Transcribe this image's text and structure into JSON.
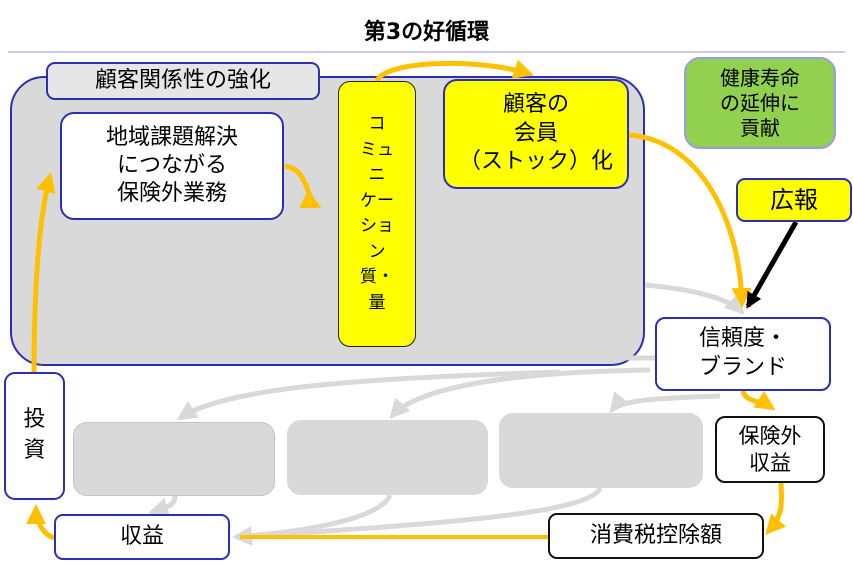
{
  "title": "第3の好循環",
  "panel": {
    "label": "顧客関係性の強化"
  },
  "nodes": {
    "chiiki": "地域課題解決\nにつながる\n保険外業務",
    "communication": [
      "コ",
      "ミュ",
      "ニ",
      "ケー",
      "ショ",
      "ン",
      "質・",
      "量"
    ],
    "kaiin": "顧客の\n会員\n（ストック）化",
    "kenko": "健康寿命\nの延伸に\n貢献",
    "kouhou": "広報",
    "brand": "信頼度・\nブランド",
    "hokengai": "保険外\n収益",
    "shohi": "消費税控除額",
    "shueki": "収益",
    "toushi": "投\n資"
  },
  "placeholders": {
    "count": 3
  },
  "colors": {
    "highlight_yellow": "#ffff00",
    "green": "#92d050",
    "panel_gray": "#d9d9d9",
    "navy_border": "#2e2eb0",
    "flow_arrow": "#ffc000",
    "faded_arrow": "#d9d9d9"
  },
  "arrows": [
    {
      "from": "chiiki",
      "to": "communication",
      "style": "flow"
    },
    {
      "from": "communication",
      "to": "kaiin",
      "style": "flow"
    },
    {
      "from": "kaiin",
      "to": "brand",
      "style": "flow"
    },
    {
      "from": "kouhou",
      "to": "brand",
      "style": "black"
    },
    {
      "from": "brand",
      "to": "hokengai",
      "style": "flow"
    },
    {
      "from": "hokengai",
      "to": "shohi",
      "style": "flow"
    },
    {
      "from": "shohi",
      "to": "shueki",
      "style": "flow"
    },
    {
      "from": "shueki",
      "to": "toushi",
      "style": "flow"
    },
    {
      "from": "toushi",
      "to": "chiiki",
      "style": "flow"
    },
    {
      "from": "panel",
      "to": "brand",
      "style": "faded"
    },
    {
      "from": "brand",
      "to": "placeholder-1",
      "style": "faded"
    },
    {
      "from": "brand",
      "to": "placeholder-2",
      "style": "faded"
    },
    {
      "from": "brand",
      "to": "placeholder-3",
      "style": "faded"
    },
    {
      "from": "placeholder-1",
      "to": "shueki",
      "style": "faded"
    },
    {
      "from": "placeholder-2",
      "to": "shueki",
      "style": "faded"
    },
    {
      "from": "placeholder-3",
      "to": "shueki",
      "style": "faded"
    }
  ]
}
